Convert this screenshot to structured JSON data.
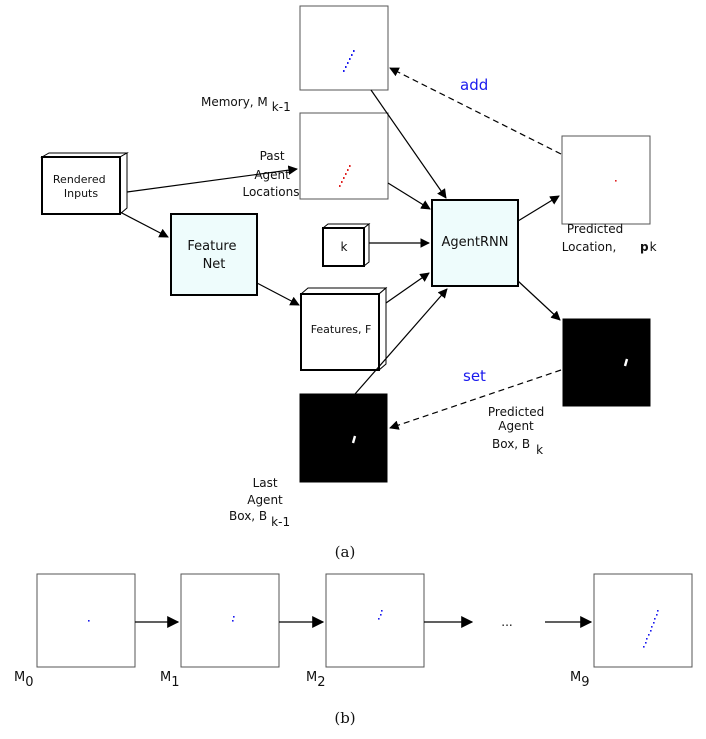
{
  "diagram_a": {
    "memory_label": "Memory, M",
    "memory_sub": "k-1",
    "past_line1": "Past",
    "past_line2": "Agent",
    "past_line3": "Locations",
    "rendered_line1": "Rendered",
    "rendered_line2": "Inputs",
    "feature_line1": "Feature",
    "feature_line2": "Net",
    "k_label": "k",
    "agentrnn_label": "AgentRNN",
    "features_label": "Features, F",
    "predicted_loc_line1": "Predicted",
    "predicted_loc_line2": "Location,",
    "predicted_loc_p": "p",
    "predicted_loc_sub": "k",
    "add_label": "add",
    "set_label": "set",
    "predicted_box_line1": "Predicted",
    "predicted_box_line2": "Agent",
    "predicted_box_line3": "Box, B",
    "predicted_box_sub": "k",
    "last_box_line1": "Last",
    "last_box_line2": "Agent",
    "last_box_line3": "Box, B",
    "last_box_sub": "k-1",
    "caption": "(a)"
  },
  "diagram_b": {
    "m0_label": "M",
    "m0_sub": "0",
    "m1_label": "M",
    "m1_sub": "1",
    "m2_label": "M",
    "m2_sub": "2",
    "m9_label": "M",
    "m9_sub": "9",
    "ellipsis": "...",
    "caption": "(b)"
  },
  "colors": {
    "accent_blue": "#1a1aee",
    "trail_red": "#e02020",
    "net_fill": "#eefcfc"
  }
}
